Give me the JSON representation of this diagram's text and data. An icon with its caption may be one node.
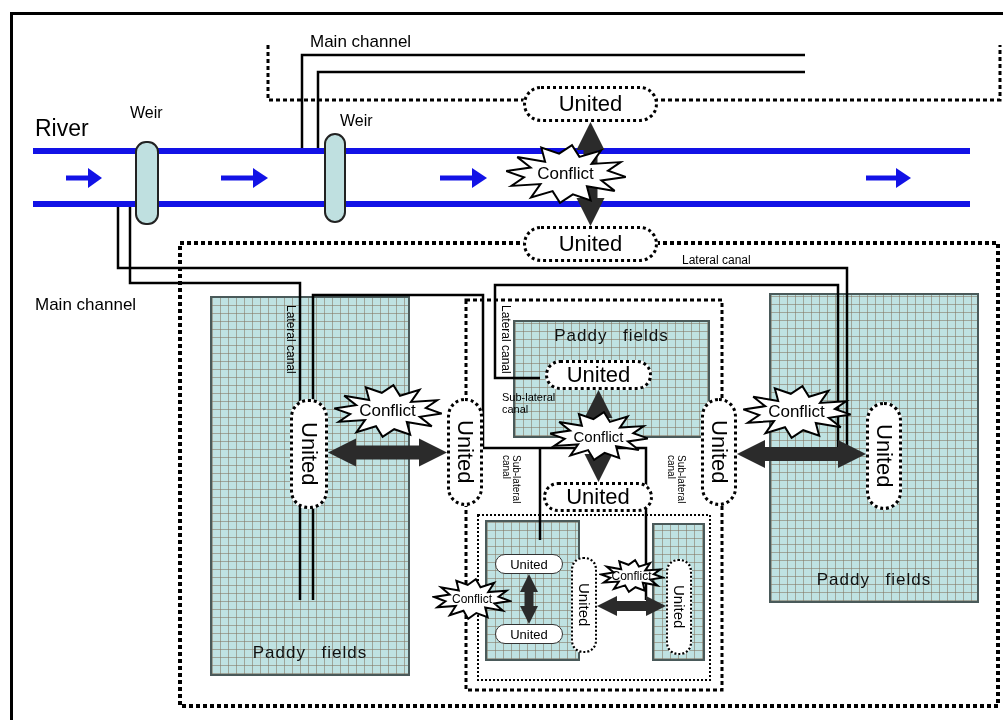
{
  "diagram": {
    "nodes": [
      {
        "text": [
          "United"
        ]
      },
      {
        "text": [
          "United"
        ]
      },
      {
        "text": [
          "Paddy fields"
        ]
      },
      {
        "text": [
          "United"
        ],
        "in": 2
      },
      {
        "text": [
          "United"
        ]
      },
      {
        "text": [
          "Paddy fields"
        ]
      },
      {
        "text": [
          "United"
        ],
        "in": 5
      },
      {
        "text": [
          "United"
        ]
      },
      {
        "text": [
          "United"
        ]
      },
      {
        "text": [
          "Paddy fields"
        ]
      },
      {
        "text": [
          "United"
        ],
        "in": 9
      },
      {
        "text": [],
        "shape": "box"
      },
      {
        "text": [
          "United"
        ],
        "in": 11
      },
      {
        "text": [
          "United"
        ],
        "in": 11
      },
      {
        "text": [
          "United"
        ]
      },
      {
        "text": [],
        "shape": "box"
      },
      {
        "text": [
          "United"
        ],
        "in": 15
      }
    ],
    "edges": [
      {
        "from": 0,
        "to": 1,
        "arrow": "both",
        "label": "Conflict"
      },
      {
        "from": 3,
        "to": 4,
        "arrow": "both",
        "label": "Conflict"
      },
      {
        "from": 6,
        "to": 7,
        "arrow": "both",
        "label": "Conflict"
      },
      {
        "from": 8,
        "to": 10,
        "arrow": "both",
        "label": "Conflict"
      },
      {
        "from": 14,
        "to": 16,
        "arrow": "both",
        "label": "Conflict"
      },
      {
        "from": 12,
        "to": 13,
        "arrow": "both",
        "label": "Conflict"
      }
    ],
    "labels": [
      "Main channel",
      "River",
      "Weir",
      "Weir",
      "Main channel",
      "Lateral canal",
      "Lateral canal",
      "Lateral canal",
      "Sub-lateral canal",
      "Sub-lateral canal",
      "Sub-lateral canal"
    ]
  }
}
